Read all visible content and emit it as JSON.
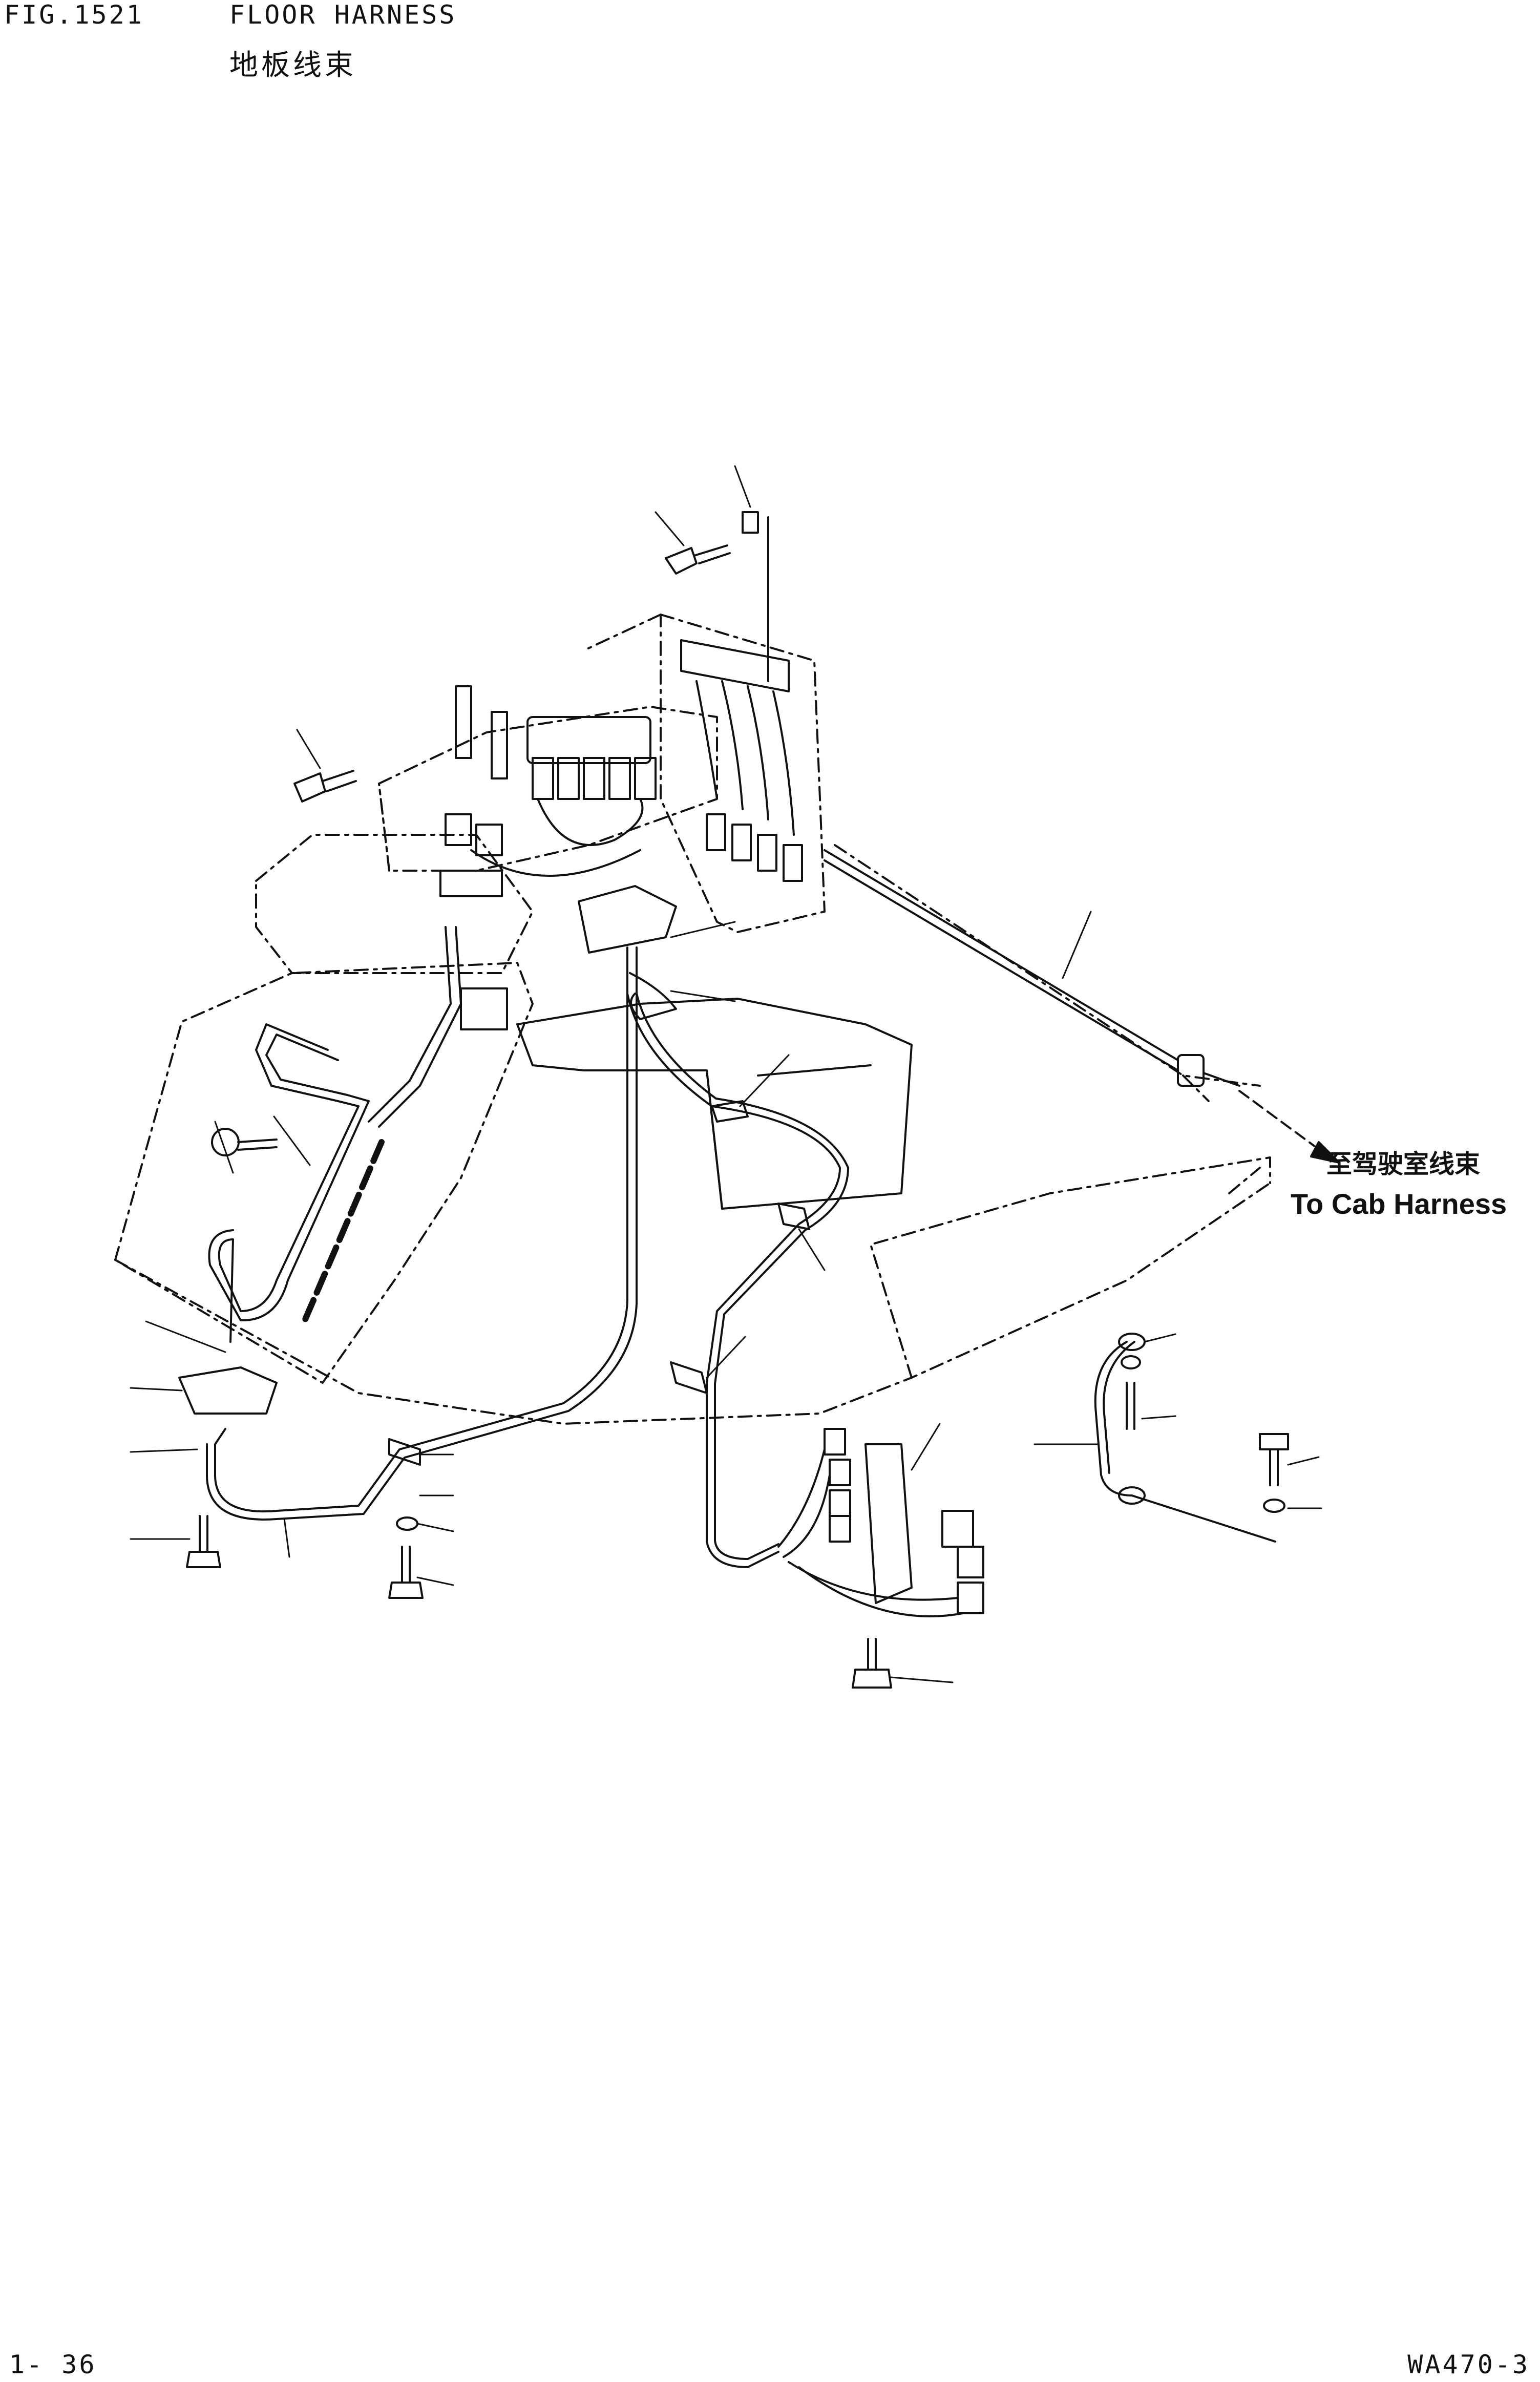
{
  "header": {
    "fig_number": "FIG.1521",
    "title_en": "FLOOR HARNESS",
    "title_zh": "地板线束"
  },
  "callout": {
    "label_zh": "至驾驶室线束",
    "label_en": "To Cab Harness"
  },
  "footer": {
    "page_number": "1- 36",
    "model_code": "WA470-3"
  },
  "colors": {
    "ink": "#111111",
    "paper": "#ffffff"
  }
}
